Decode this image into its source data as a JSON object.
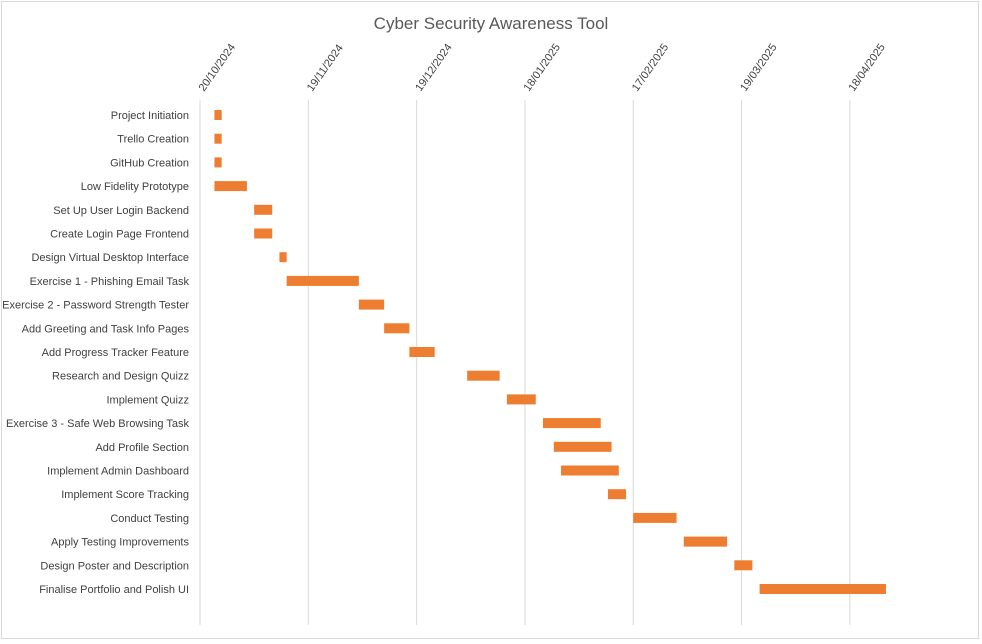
{
  "chart_data": {
    "type": "bar",
    "orientation": "horizontal-gantt",
    "title": "Cyber Security Awareness Tool",
    "xlabel": "",
    "ylabel": "",
    "x_axis_position": "top",
    "grid": true,
    "legend": "none",
    "bar_color": "#ED7D31",
    "xlim": [
      "2024-10-20",
      "2025-05-21"
    ],
    "x_ticks": [
      "20/10/2024",
      "19/11/2024",
      "19/12/2024",
      "18/01/2025",
      "17/02/2025",
      "19/03/2025",
      "18/04/2025"
    ],
    "x_tick_values": [
      "2024-10-20",
      "2024-11-19",
      "2024-12-19",
      "2025-01-18",
      "2025-02-17",
      "2025-03-19",
      "2025-04-18"
    ],
    "tasks": [
      {
        "name": "Project Initiation",
        "start": "2024-10-24",
        "end": "2024-10-26"
      },
      {
        "name": "Trello Creation",
        "start": "2024-10-24",
        "end": "2024-10-26"
      },
      {
        "name": "GitHub Creation",
        "start": "2024-10-24",
        "end": "2024-10-26"
      },
      {
        "name": "Low Fidelity Prototype",
        "start": "2024-10-24",
        "end": "2024-11-02"
      },
      {
        "name": "Set Up User Login Backend",
        "start": "2024-11-04",
        "end": "2024-11-09"
      },
      {
        "name": "Create Login Page Frontend",
        "start": "2024-11-04",
        "end": "2024-11-09"
      },
      {
        "name": "Design Virtual Desktop Interface",
        "start": "2024-11-11",
        "end": "2024-11-13"
      },
      {
        "name": "Exercise 1 - Phishing Email Task",
        "start": "2024-11-13",
        "end": "2024-12-03"
      },
      {
        "name": "Exercise 2 - Password Strength Tester",
        "start": "2024-12-03",
        "end": "2024-12-10"
      },
      {
        "name": "Add Greeting and Task Info Pages",
        "start": "2024-12-10",
        "end": "2024-12-17"
      },
      {
        "name": "Add Progress Tracker Feature",
        "start": "2024-12-17",
        "end": "2024-12-24"
      },
      {
        "name": "Research and Design Quizz",
        "start": "2025-01-02",
        "end": "2025-01-11"
      },
      {
        "name": "Implement Quizz",
        "start": "2025-01-13",
        "end": "2025-01-21"
      },
      {
        "name": "Exercise 3 - Safe Web Browsing Task",
        "start": "2025-01-23",
        "end": "2025-02-08"
      },
      {
        "name": "Add Profile Section",
        "start": "2025-01-26",
        "end": "2025-02-11"
      },
      {
        "name": "Implement Admin Dashboard",
        "start": "2025-01-28",
        "end": "2025-02-13"
      },
      {
        "name": "Implement Score Tracking",
        "start": "2025-02-10",
        "end": "2025-02-15"
      },
      {
        "name": "Conduct Testing",
        "start": "2025-02-17",
        "end": "2025-03-01"
      },
      {
        "name": "Apply Testing Improvements",
        "start": "2025-03-03",
        "end": "2025-03-15"
      },
      {
        "name": "Design Poster and Description",
        "start": "2025-03-17",
        "end": "2025-03-22"
      },
      {
        "name": "Finalise Portfolio and Polish UI",
        "start": "2025-03-24",
        "end": "2025-04-28"
      }
    ]
  }
}
